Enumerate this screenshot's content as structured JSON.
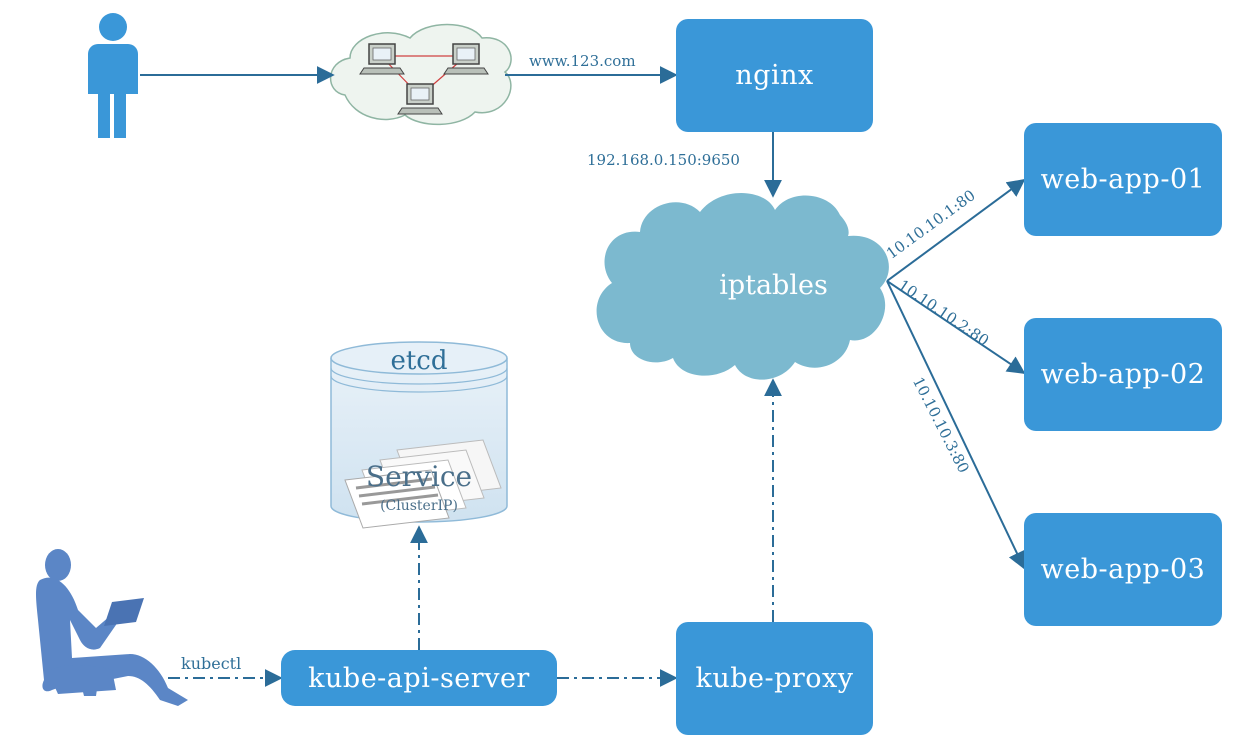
{
  "nodes": {
    "nginx": "nginx",
    "iptables": "iptables",
    "web_app_01": "web-app-01",
    "web_app_02": "web-app-02",
    "web_app_03": "web-app-03",
    "etcd": "etcd",
    "service": "Service",
    "service_type": "(ClusterIP)",
    "kube_api_server": "kube-api-server",
    "kube_proxy": "kube-proxy"
  },
  "edge_labels": {
    "domain": "www.123.com",
    "nginx_upstream": "192.168.0.150:9650",
    "route_1": "10.10.10.1:80",
    "route_2": "10.10.10.2:80",
    "route_3": "10.10.10.3:80",
    "kubectl": "kubectl"
  },
  "icons": [
    "user-icon",
    "network-cloud-icon",
    "computer-icon",
    "laptop-user-icon",
    "database-icon",
    "document-stack-icon"
  ],
  "colors": {
    "box": "#3a97d8",
    "cloud": "#7cb9cf",
    "arrow": "#2b6c98",
    "person": "#3a97d8",
    "person_laptop": "#5b86c6",
    "etcd_fill": "#dbe9f4"
  }
}
